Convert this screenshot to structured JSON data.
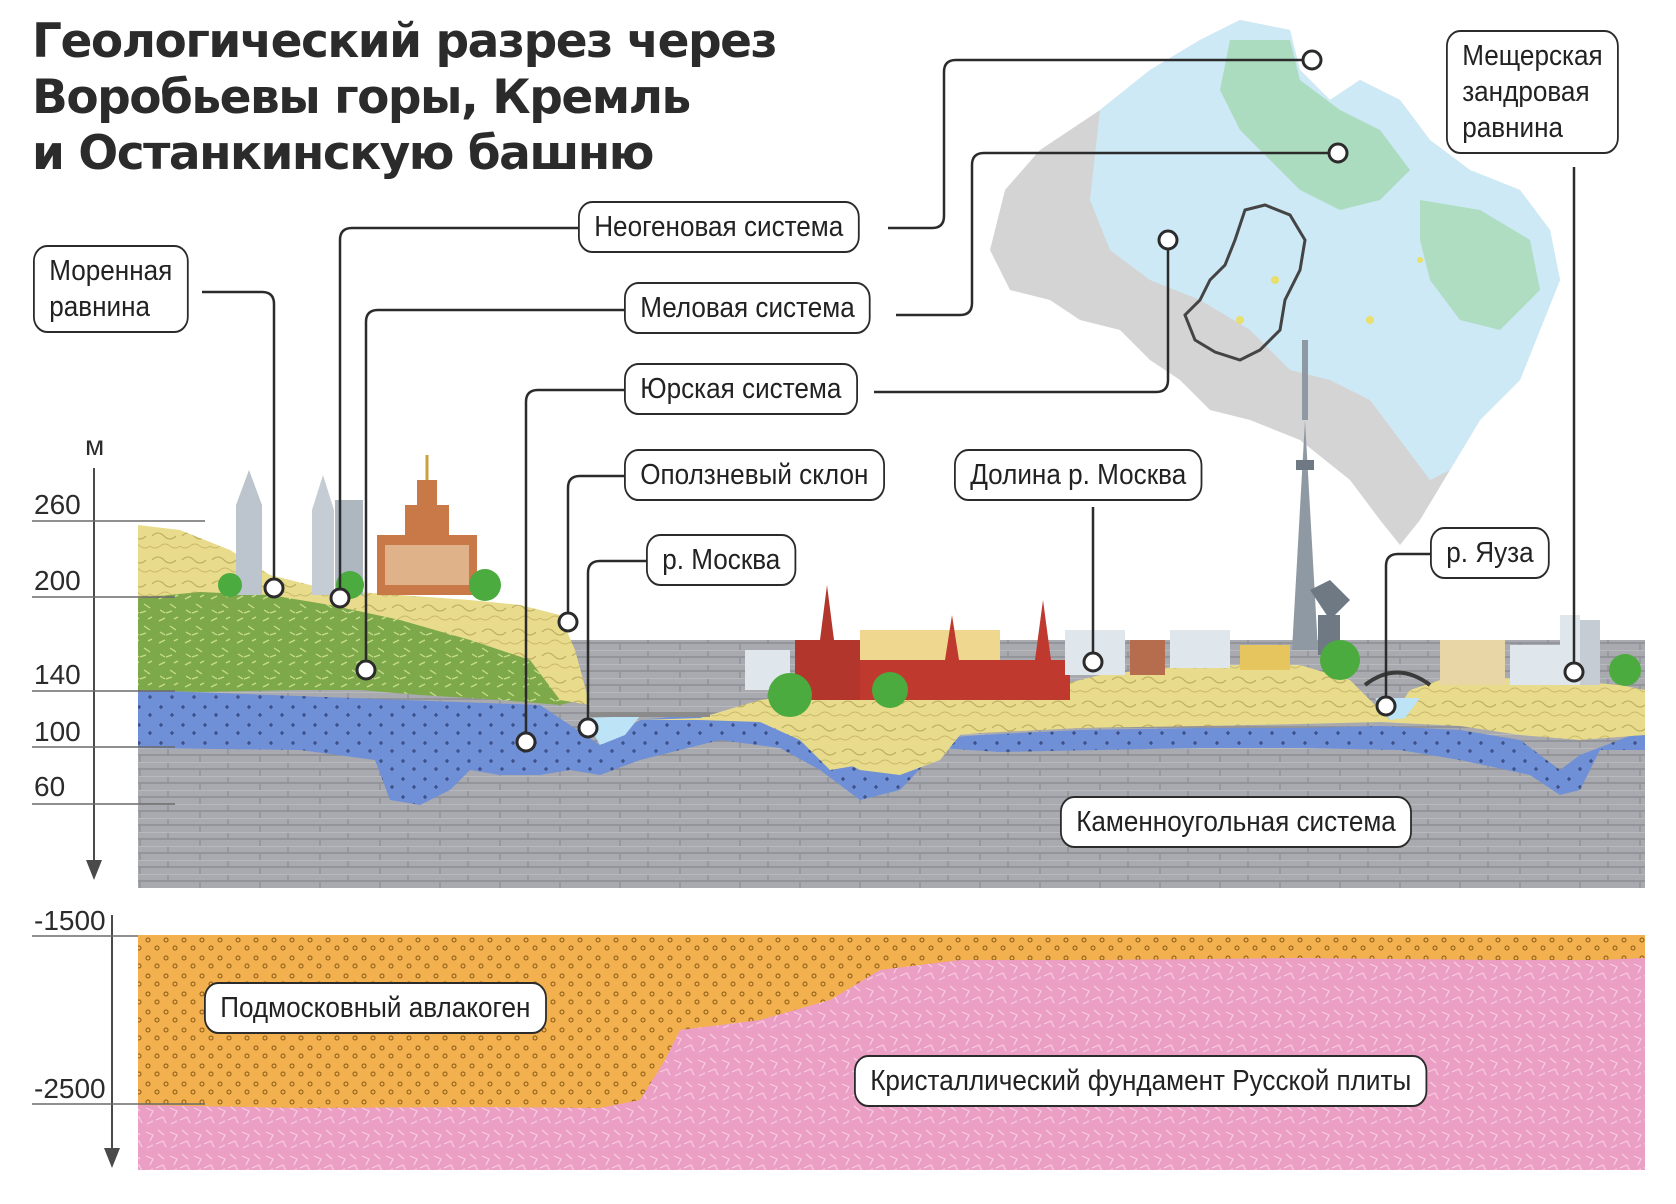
{
  "title": {
    "line1": "Геологический разрез через",
    "line2": "Воробьевы горы, Кремль",
    "line3": "и Останкинскую башню"
  },
  "upper_axis": {
    "unit": "м",
    "ticks": [
      "260",
      "200",
      "140",
      "100",
      "60"
    ]
  },
  "lower_axis": {
    "ticks": [
      "-1500",
      "-2500"
    ]
  },
  "labels": {
    "morennaya": [
      "Моренная",
      "равнина"
    ],
    "neogen": "Неогеновая система",
    "melovaya": "Меловая система",
    "yurskaya": "Юрская система",
    "opolznevy": "Оползневый склон",
    "r_moskva": "р. Москва",
    "dolina": "Долина р. Москва",
    "r_yauza": "р. Яуза",
    "meshcherskaya": [
      "Мещерская",
      "зандровая",
      "равнина"
    ],
    "kamennougolnaya": "Каменноугольная система",
    "podmoskovny": "Подмосковный авлакоген",
    "kristallichesky": "Кристаллический фундамент Русской плиты"
  },
  "colors": {
    "moraine_yellow": "#e8dc8c",
    "neogene_green": "#7ea94a",
    "cretaceous_blue": "#6f8fd6",
    "carboniferous_gray": "#a7a8ad",
    "aulacogen_orange": "#f2b04e",
    "basement_pink": "#ec9fc4",
    "map_blue": "#cde9f5",
    "map_green": "#9fd4b0",
    "map_gray": "#cfcfcf"
  }
}
